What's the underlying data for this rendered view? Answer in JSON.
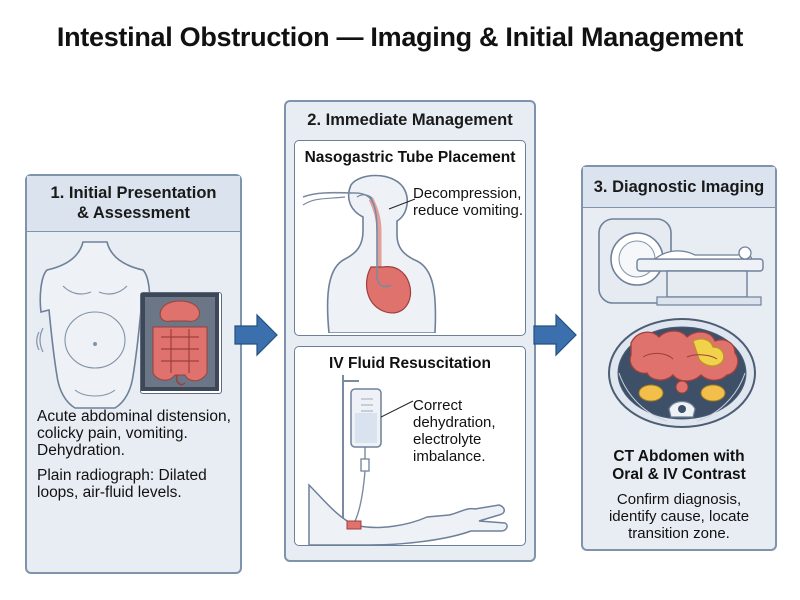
{
  "title": "Intestinal Obstruction — Imaging & Initial Management",
  "panel1": {
    "heading_line1": "1. Initial Presentation",
    "heading_line2": "& Assessment",
    "text1_line1": "Acute abdominal distension,",
    "text1_line2": "colicky pain, vomiting.",
    "text1_line3": "Dehydration.",
    "text2_line1": "Plain radiograph: Dilated",
    "text2_line2": "loops, air-fluid levels."
  },
  "panel2": {
    "heading": "2. Immediate Management",
    "ng": {
      "heading": "Nasogastric Tube Placement",
      "label_line1": "Decompression,",
      "label_line2": "reduce vomiting."
    },
    "iv": {
      "heading": "IV Fluid Resuscitation",
      "label_line1": "Correct",
      "label_line2": "dehydration,",
      "label_line3": "electrolyte",
      "label_line4": "imbalance."
    }
  },
  "panel3": {
    "heading": "3. Diagnostic Imaging",
    "ct_line1": "CT Abdomen with",
    "ct_line2": "Oral & IV Contrast",
    "text_line1": "Confirm diagnosis,",
    "text_line2": "identify cause, locate",
    "text_line3": "transition zone."
  },
  "colors": {
    "panel_fill": "#e8edf4",
    "panel_border": "#7f93ad",
    "arrow": "#3b6fae",
    "bowel": "#e0726d"
  },
  "icons": [
    "patient-torso-icon",
    "xray-bowel-icon",
    "nasogastric-tube-icon",
    "iv-bag-icon",
    "ct-scanner-icon",
    "ct-slice-icon",
    "flow-arrow-icon"
  ]
}
